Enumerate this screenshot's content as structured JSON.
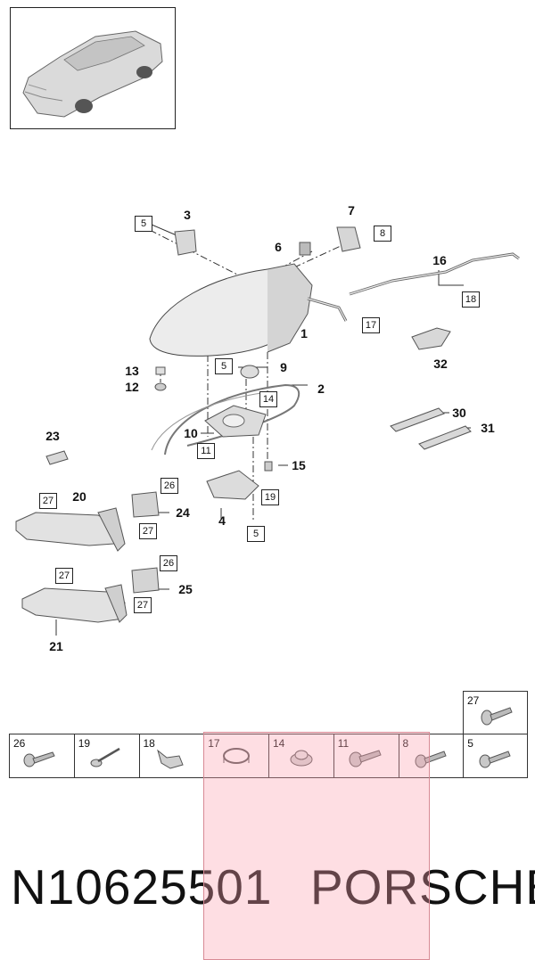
{
  "callouts": [
    {
      "id": "c3",
      "text": "3",
      "kind": "bold"
    },
    {
      "id": "c7",
      "text": "7",
      "kind": "bold"
    },
    {
      "id": "c6",
      "text": "6",
      "kind": "bold"
    },
    {
      "id": "c16",
      "text": "16",
      "kind": "bold"
    },
    {
      "id": "c1",
      "text": "1",
      "kind": "bold"
    },
    {
      "id": "c9",
      "text": "9",
      "kind": "bold"
    },
    {
      "id": "c2",
      "text": "2",
      "kind": "bold"
    },
    {
      "id": "c13",
      "text": "13",
      "kind": "bold"
    },
    {
      "id": "c12",
      "text": "12",
      "kind": "bold"
    },
    {
      "id": "c32",
      "text": "32",
      "kind": "bold"
    },
    {
      "id": "c30",
      "text": "30",
      "kind": "bold"
    },
    {
      "id": "c31",
      "text": "31",
      "kind": "bold"
    },
    {
      "id": "c10",
      "text": "10",
      "kind": "bold"
    },
    {
      "id": "c23",
      "text": "23",
      "kind": "bold"
    },
    {
      "id": "c15",
      "text": "15",
      "kind": "bold"
    },
    {
      "id": "c20",
      "text": "20",
      "kind": "bold"
    },
    {
      "id": "c24",
      "text": "24",
      "kind": "bold"
    },
    {
      "id": "c4",
      "text": "4",
      "kind": "bold"
    },
    {
      "id": "c25",
      "text": "25",
      "kind": "bold"
    },
    {
      "id": "c21",
      "text": "21",
      "kind": "bold"
    }
  ],
  "boxed_refs": [
    {
      "id": "b5a",
      "text": "5"
    },
    {
      "id": "b8",
      "text": "8"
    },
    {
      "id": "b18",
      "text": "18"
    },
    {
      "id": "b17",
      "text": "17"
    },
    {
      "id": "b5b",
      "text": "5"
    },
    {
      "id": "b14",
      "text": "14"
    },
    {
      "id": "b11",
      "text": "11"
    },
    {
      "id": "b19",
      "text": "19"
    },
    {
      "id": "b5c",
      "text": "5"
    },
    {
      "id": "b27a",
      "text": "27"
    },
    {
      "id": "b26a",
      "text": "26"
    },
    {
      "id": "b27b",
      "text": "27"
    },
    {
      "id": "b27c",
      "text": "27"
    },
    {
      "id": "b26b",
      "text": "26"
    },
    {
      "id": "b27d",
      "text": "27"
    }
  ],
  "fastener_table": {
    "top_cell": "27",
    "cells": [
      "26",
      "19",
      "18",
      "17",
      "14",
      "11",
      "8",
      "5"
    ]
  },
  "footer": {
    "code": "N10625501",
    "brand": "PORSCHE"
  },
  "colors": {
    "line": "#333333",
    "part_fill": "#e6e6e6",
    "highlight": "#fca0af"
  }
}
